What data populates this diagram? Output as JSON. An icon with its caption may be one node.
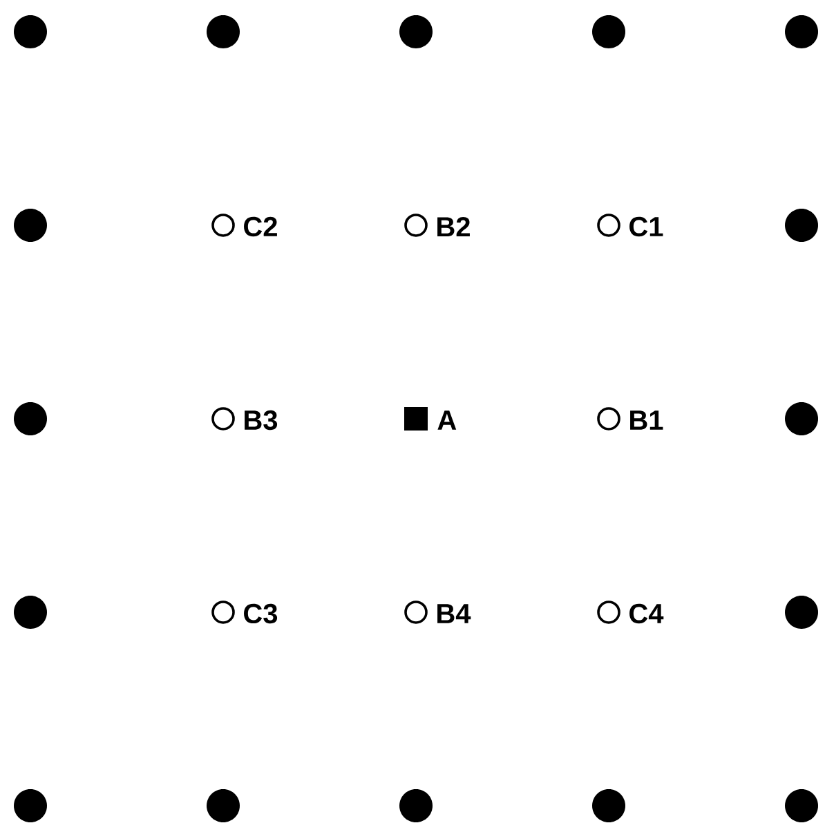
{
  "diagram": {
    "nodes": [
      {
        "text": [],
        "shape": "dot"
      },
      {
        "text": [],
        "shape": "dot"
      },
      {
        "text": [],
        "shape": "dot"
      },
      {
        "text": [],
        "shape": "dot"
      },
      {
        "text": [],
        "shape": "dot"
      },
      {
        "text": [],
        "shape": "dot"
      },
      {
        "text": [],
        "shape": "circle",
        "beside": [
          "C2"
        ]
      },
      {
        "text": [],
        "shape": "circle",
        "beside": [
          "B2"
        ]
      },
      {
        "text": [],
        "shape": "circle",
        "beside": [
          "C1"
        ]
      },
      {
        "text": [],
        "shape": "dot"
      },
      {
        "text": [],
        "shape": "dot"
      },
      {
        "text": [],
        "shape": "circle",
        "beside": [
          "B3"
        ]
      },
      {
        "text": [],
        "shape": "box",
        "beside": [
          "A"
        ]
      },
      {
        "text": [],
        "shape": "circle",
        "beside": [
          "B1"
        ]
      },
      {
        "text": [],
        "shape": "dot"
      },
      {
        "text": [],
        "shape": "dot"
      },
      {
        "text": [],
        "shape": "circle",
        "beside": [
          "C3"
        ]
      },
      {
        "text": [],
        "shape": "circle",
        "beside": [
          "B4"
        ]
      },
      {
        "text": [],
        "shape": "circle",
        "beside": [
          "C4"
        ]
      },
      {
        "text": [],
        "shape": "dot"
      },
      {
        "text": [],
        "shape": "dot"
      },
      {
        "text": [],
        "shape": "dot"
      },
      {
        "text": [],
        "shape": "dot"
      },
      {
        "text": [],
        "shape": "dot"
      },
      {
        "text": [],
        "shape": "dot"
      }
    ]
  }
}
